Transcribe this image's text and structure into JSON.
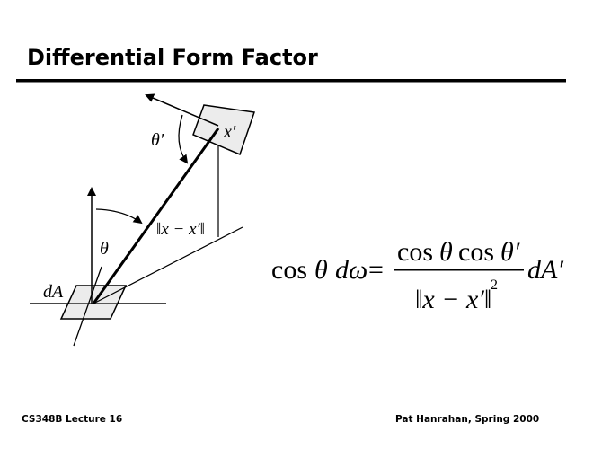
{
  "title": "Differential Form Factor",
  "diagram": {
    "label_theta_prime": "θ′",
    "label_x_prime": "x′",
    "label_distance": "‖x − x′‖",
    "label_theta": "θ",
    "label_dA": "dA"
  },
  "equation": {
    "lhs_cos": "cos",
    "lhs_theta": "θ",
    "lhs_domega": "dω",
    "equals": "=",
    "num_cos1": "cos",
    "num_theta": "θ",
    "num_cos2": "cos",
    "num_theta_prime": "θ′",
    "den": "‖x − x′‖",
    "den_exp": "2",
    "rhs": "dA′"
  },
  "footer": {
    "left": "CS348B Lecture 16",
    "right": "Pat Hanrahan, Spring 2000"
  }
}
